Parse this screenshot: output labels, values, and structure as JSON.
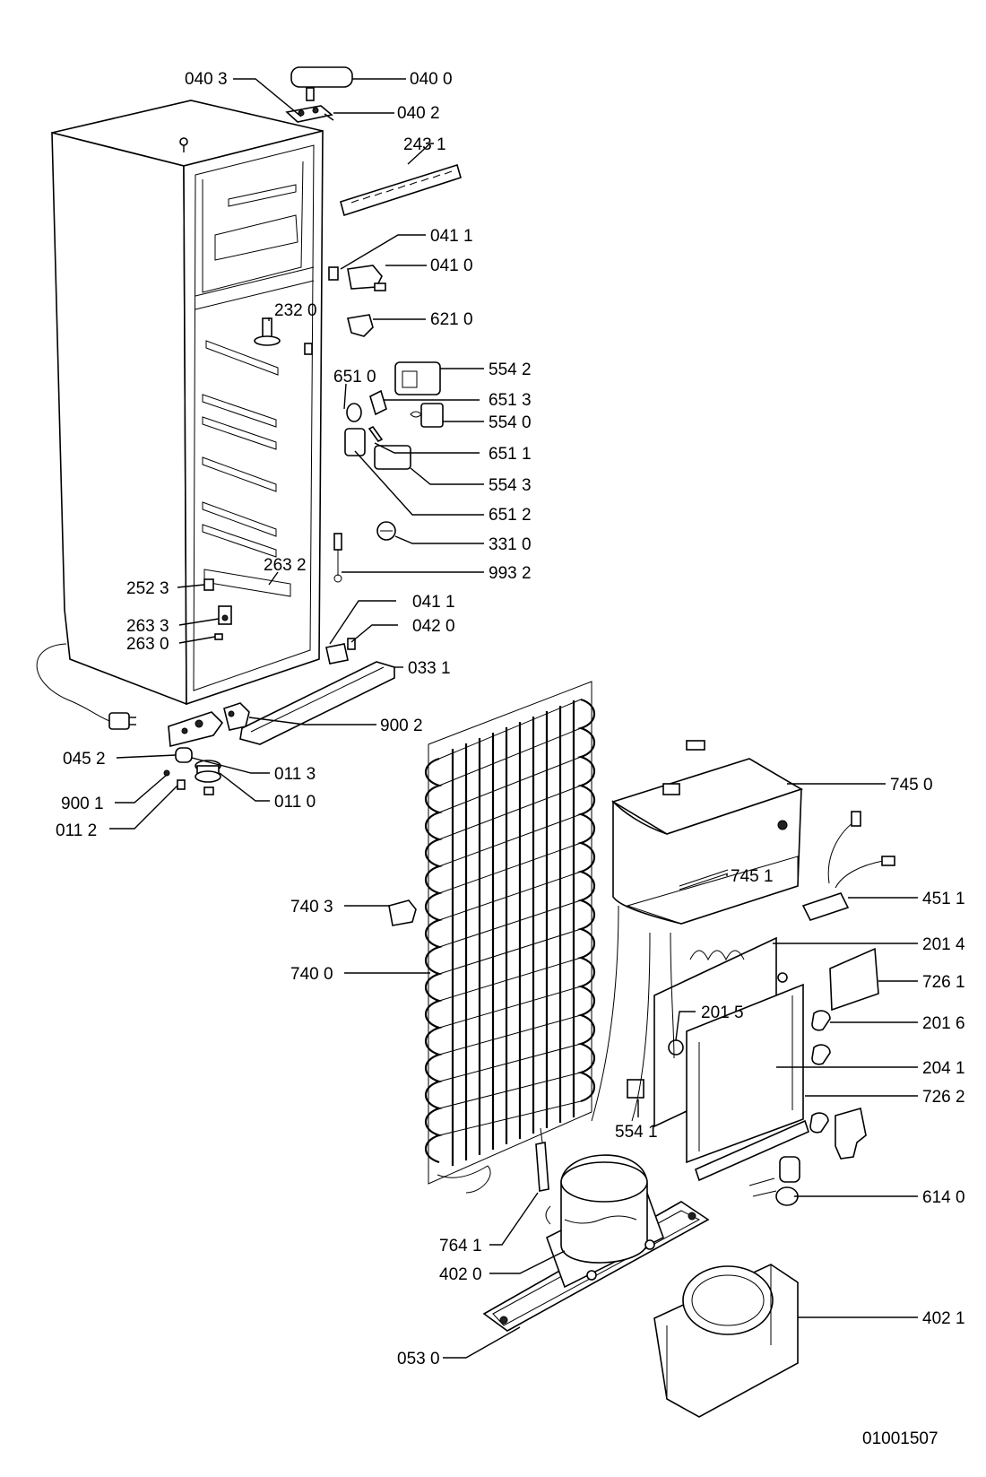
{
  "drawing_number": "01001507",
  "callouts": [
    {
      "id": "040-3",
      "label": "040 3"
    },
    {
      "id": "040-0",
      "label": "040 0"
    },
    {
      "id": "040-2",
      "label": "040 2"
    },
    {
      "id": "243-1",
      "label": "243 1"
    },
    {
      "id": "041-1a",
      "label": "041 1"
    },
    {
      "id": "041-0",
      "label": "041 0"
    },
    {
      "id": "232-0",
      "label": "232 0"
    },
    {
      "id": "621-0",
      "label": "621 0"
    },
    {
      "id": "651-0",
      "label": "651 0"
    },
    {
      "id": "554-2",
      "label": "554 2"
    },
    {
      "id": "651-3",
      "label": "651 3"
    },
    {
      "id": "554-0",
      "label": "554 0"
    },
    {
      "id": "651-1",
      "label": "651 1"
    },
    {
      "id": "554-3",
      "label": "554 3"
    },
    {
      "id": "651-2",
      "label": "651 2"
    },
    {
      "id": "331-0",
      "label": "331 0"
    },
    {
      "id": "993-2",
      "label": "993 2"
    },
    {
      "id": "263-2",
      "label": "263 2"
    },
    {
      "id": "252-3",
      "label": "252 3"
    },
    {
      "id": "263-3",
      "label": "263 3"
    },
    {
      "id": "263-0",
      "label": "263 0"
    },
    {
      "id": "041-1b",
      "label": "041 1"
    },
    {
      "id": "042-0",
      "label": "042 0"
    },
    {
      "id": "033-1",
      "label": "033 1"
    },
    {
      "id": "900-2",
      "label": "900 2"
    },
    {
      "id": "045-2",
      "label": "045 2"
    },
    {
      "id": "011-3",
      "label": "011 3"
    },
    {
      "id": "900-1",
      "label": "900 1"
    },
    {
      "id": "011-0",
      "label": "011 0"
    },
    {
      "id": "011-2",
      "label": "011 2"
    },
    {
      "id": "745-0",
      "label": "745 0"
    },
    {
      "id": "745-1",
      "label": "745 1"
    },
    {
      "id": "451-1",
      "label": "451 1"
    },
    {
      "id": "740-3",
      "label": "740 3"
    },
    {
      "id": "201-4",
      "label": "201 4"
    },
    {
      "id": "740-0",
      "label": "740 0"
    },
    {
      "id": "726-1",
      "label": "726 1"
    },
    {
      "id": "201-5",
      "label": "201 5"
    },
    {
      "id": "201-6",
      "label": "201 6"
    },
    {
      "id": "204-1",
      "label": "204 1"
    },
    {
      "id": "726-2",
      "label": "726 2"
    },
    {
      "id": "554-1",
      "label": "554 1"
    },
    {
      "id": "614-0",
      "label": "614 0"
    },
    {
      "id": "764-1",
      "label": "764 1"
    },
    {
      "id": "402-0",
      "label": "402 0"
    },
    {
      "id": "402-1",
      "label": "402 1"
    },
    {
      "id": "053-0",
      "label": "053 0"
    }
  ]
}
